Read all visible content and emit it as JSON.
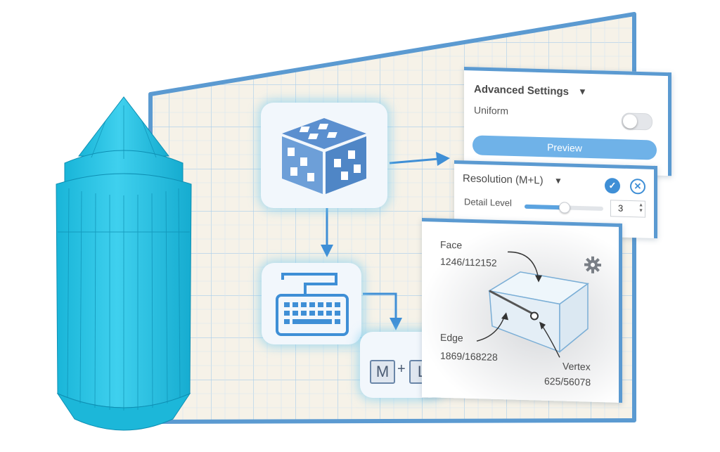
{
  "advanced": {
    "title": "Advanced Settings",
    "uniform_label": "Uniform",
    "uniform_on": false,
    "preview_label": "Preview"
  },
  "resolution": {
    "title": "Resolution (M+L)",
    "detail_label": "Detail Level",
    "detail_value": "3",
    "slider_fraction": 0.5
  },
  "mesh": {
    "face_label": "Face",
    "face_value": "1246/112152",
    "edge_label": "Edge",
    "edge_value": "1869/168228",
    "vertex_label": "Vertex",
    "vertex_value": "625/56078"
  },
  "shortcut": {
    "key1": "M",
    "plus": "+",
    "key2": "L"
  },
  "colors": {
    "accent": "#5b9ad1",
    "model": "#2cc6e6",
    "grid_bg": "#f6f2e8",
    "grid_line": "#a8cdea"
  },
  "icons": [
    "caret-down-icon",
    "check-icon",
    "close-icon",
    "gear-icon",
    "cube-icon",
    "keyboard-icon"
  ]
}
